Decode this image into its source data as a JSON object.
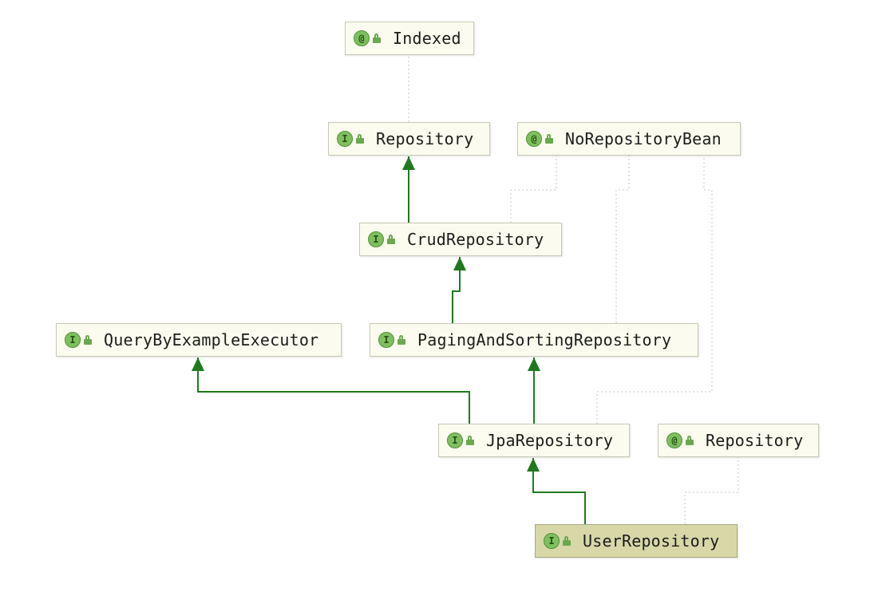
{
  "diagram": {
    "colors": {
      "extends_arrow": "#1f7a1f",
      "annotation_link": "#c5c5c5",
      "node_fill": "#fbfbef",
      "selected_fill": "#d8d7a8",
      "icon_fill": "#7fbf5f"
    },
    "nodes": [
      {
        "id": "indexed",
        "label": "Indexed",
        "kind": "annotation",
        "kind_glyph": "@",
        "icon": "annotation-icon"
      },
      {
        "id": "repository",
        "label": "Repository",
        "kind": "interface",
        "kind_glyph": "I",
        "icon": "interface-icon"
      },
      {
        "id": "no_repository_bean",
        "label": "NoRepositoryBean",
        "kind": "annotation",
        "kind_glyph": "@",
        "icon": "annotation-icon"
      },
      {
        "id": "crud_repository",
        "label": "CrudRepository",
        "kind": "interface",
        "kind_glyph": "I",
        "icon": "interface-icon"
      },
      {
        "id": "query_by_example_executor",
        "label": "QueryByExampleExecutor",
        "kind": "interface",
        "kind_glyph": "I",
        "icon": "interface-icon"
      },
      {
        "id": "paging_and_sorting_repository",
        "label": "PagingAndSortingRepository",
        "kind": "interface",
        "kind_glyph": "I",
        "icon": "interface-icon"
      },
      {
        "id": "jpa_repository",
        "label": "JpaRepository",
        "kind": "interface",
        "kind_glyph": "I",
        "icon": "interface-icon"
      },
      {
        "id": "repository_annotation",
        "label": "Repository",
        "kind": "annotation",
        "kind_glyph": "@",
        "icon": "annotation-icon"
      },
      {
        "id": "user_repository",
        "label": "UserRepository",
        "kind": "interface",
        "kind_glyph": "I",
        "icon": "interface-icon",
        "selected": true
      }
    ],
    "edges": [
      {
        "from": "crud_repository",
        "to": "repository",
        "type": "extends"
      },
      {
        "from": "paging_and_sorting_repository",
        "to": "crud_repository",
        "type": "extends"
      },
      {
        "from": "jpa_repository",
        "to": "query_by_example_executor",
        "type": "extends"
      },
      {
        "from": "jpa_repository",
        "to": "paging_and_sorting_repository",
        "type": "extends"
      },
      {
        "from": "user_repository",
        "to": "jpa_repository",
        "type": "extends"
      },
      {
        "from": "repository",
        "to": "indexed",
        "type": "annotated"
      },
      {
        "from": "crud_repository",
        "to": "no_repository_bean",
        "type": "annotated"
      },
      {
        "from": "paging_and_sorting_repository",
        "to": "no_repository_bean",
        "type": "annotated"
      },
      {
        "from": "jpa_repository",
        "to": "no_repository_bean",
        "type": "annotated"
      },
      {
        "from": "user_repository",
        "to": "repository_annotation",
        "type": "annotated"
      }
    ]
  }
}
